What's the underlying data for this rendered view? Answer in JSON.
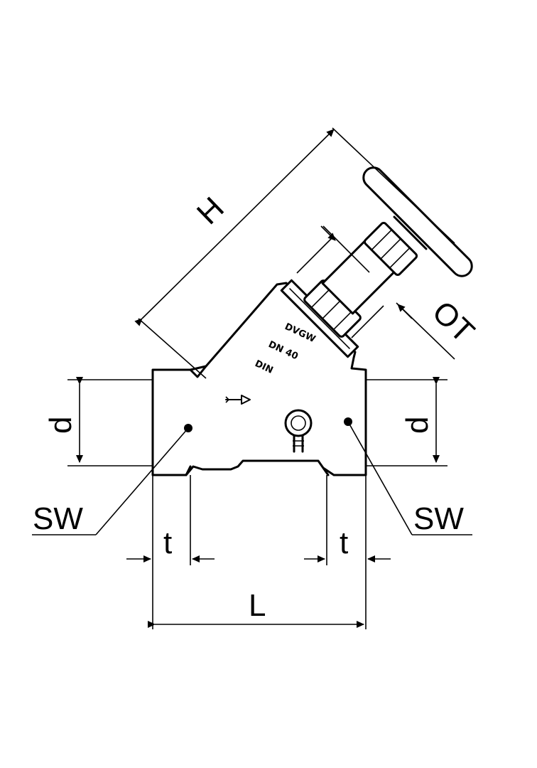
{
  "dimensions": {
    "height": "H",
    "operating_travel": "OT",
    "diameter_left": "d",
    "diameter_right": "d",
    "spanner_left": "SW",
    "spanner_right": "SW",
    "thread_left": "t",
    "thread_right": "t",
    "length": "L"
  },
  "body_markings": {
    "brand": "DVGW",
    "size": "DN 40",
    "standard": "DIN"
  }
}
